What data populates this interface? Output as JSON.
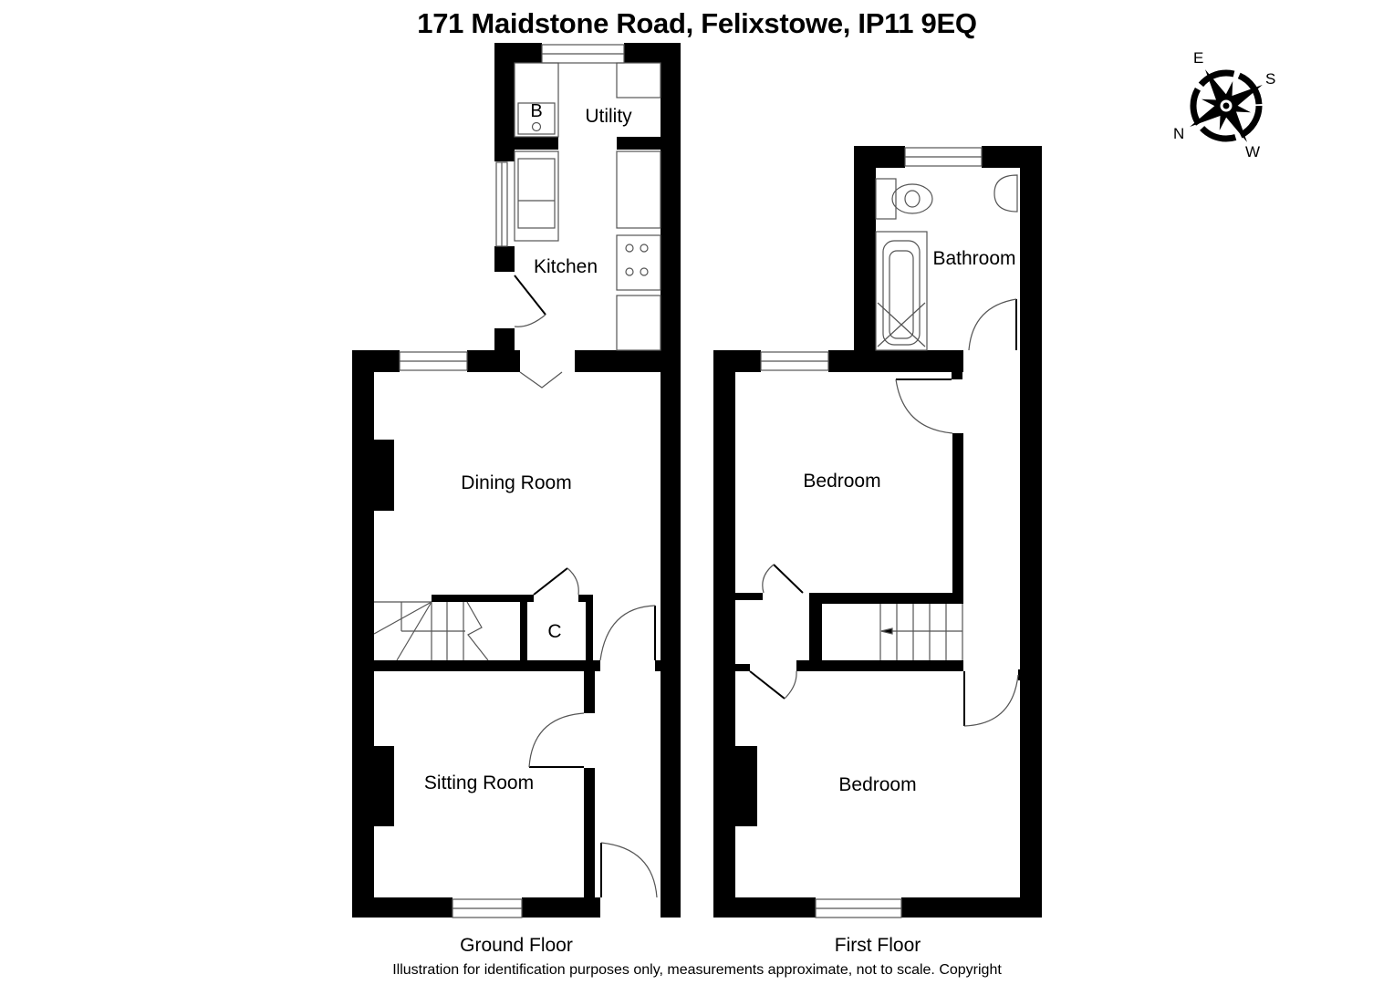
{
  "header": {
    "title": "171 Maidstone Road, Felixstowe, IP11 9EQ"
  },
  "ground_floor": {
    "label": "Ground Floor",
    "rooms": [
      {
        "name": "Utility"
      },
      {
        "name": "Kitchen"
      },
      {
        "name": "Dining Room"
      },
      {
        "name": "Sitting Room"
      },
      {
        "name": "C"
      }
    ],
    "fixtures": {
      "boiler_label": "B"
    }
  },
  "first_floor": {
    "label": "First Floor",
    "rooms": [
      {
        "name": "Bathroom"
      },
      {
        "name": "Bedroom"
      },
      {
        "name": "Bedroom"
      }
    ]
  },
  "compass": {
    "icon": "compass-rose-icon",
    "n": "N",
    "e": "E",
    "s": "S",
    "w": "W"
  },
  "footer": {
    "disclaimer": "Illustration for identification purposes only, measurements approximate, not to scale. Copyright"
  },
  "colors": {
    "wall": "#000000",
    "background": "#ffffff",
    "line": "#555555"
  }
}
